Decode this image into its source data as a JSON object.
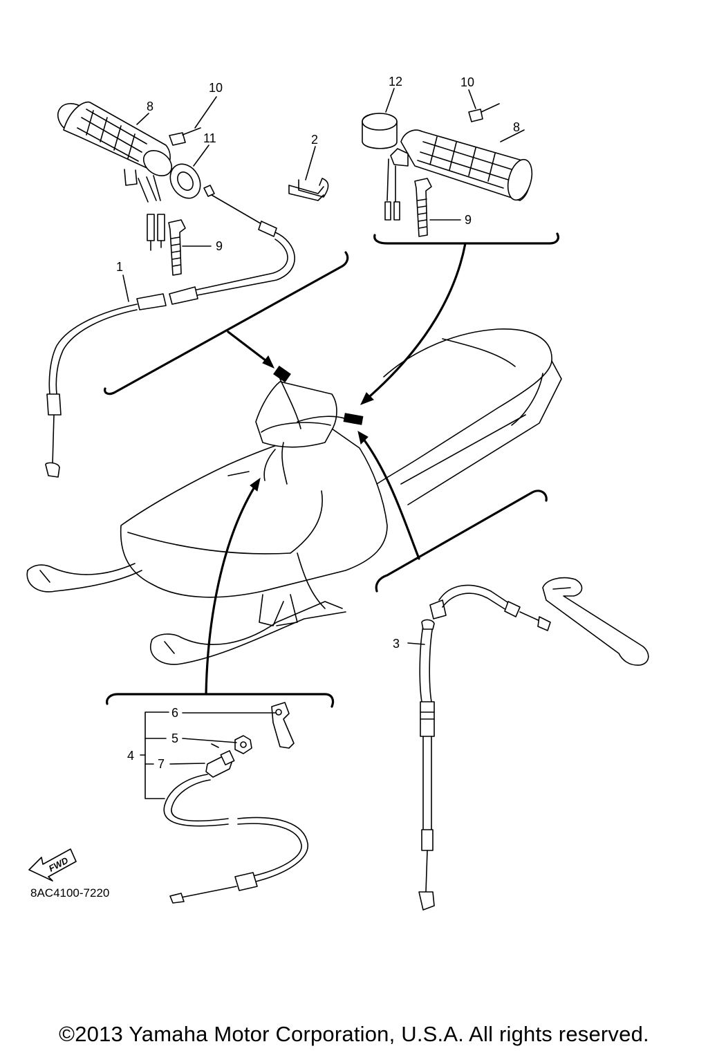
{
  "callouts": {
    "c1": "1",
    "c2": "2",
    "c3": "3",
    "c4": "4",
    "c5": "5",
    "c6": "6",
    "c7": "7",
    "c8_left": "8",
    "c8_right": "8",
    "c9_left": "9",
    "c9_right": "9",
    "c10_left": "10",
    "c10_right": "10",
    "c11": "11",
    "c12": "12"
  },
  "fwd_label": "FWD",
  "part_code": "8AC4100-7220",
  "copyright": "©2013 Yamaha Motor Corporation, U.S.A. All rights reserved."
}
